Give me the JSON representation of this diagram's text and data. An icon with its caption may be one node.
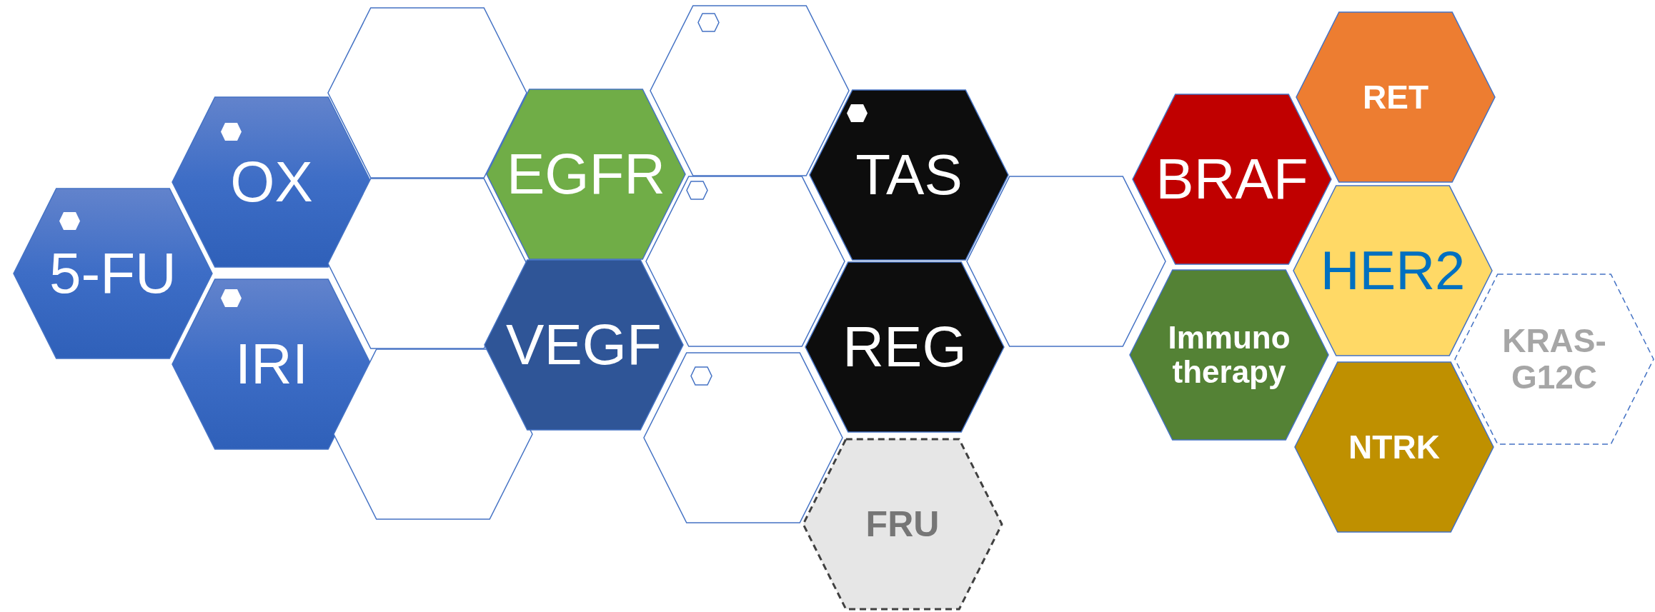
{
  "diagram": {
    "nodes": [
      {
        "text": [
          "5-FU"
        ]
      },
      {
        "text": [
          "OX"
        ]
      },
      {
        "text": [
          "IRI"
        ]
      },
      {
        "text": [],
        "shape": "hexagon"
      },
      {
        "text": [],
        "shape": "hexagon"
      },
      {
        "text": [],
        "shape": "hexagon"
      },
      {
        "text": [
          "EGFR"
        ]
      },
      {
        "text": [
          "VEGF"
        ]
      },
      {
        "text": [],
        "shape": "hexagon"
      },
      {
        "text": [],
        "shape": "hexagon"
      },
      {
        "text": [],
        "shape": "hexagon"
      },
      {
        "text": [
          "TAS"
        ]
      },
      {
        "text": [
          "REG"
        ]
      },
      {
        "text": [
          "FRU"
        ]
      },
      {
        "text": [],
        "shape": "hexagon"
      },
      {
        "text": [
          "BRAF"
        ]
      },
      {
        "text": [
          "Immuno therapy"
        ]
      },
      {
        "text": [
          "RET"
        ]
      },
      {
        "text": [
          "HER2"
        ]
      },
      {
        "text": [
          "NTRK"
        ]
      },
      {
        "text": [
          "KRAS-G12C"
        ]
      }
    ]
  }
}
